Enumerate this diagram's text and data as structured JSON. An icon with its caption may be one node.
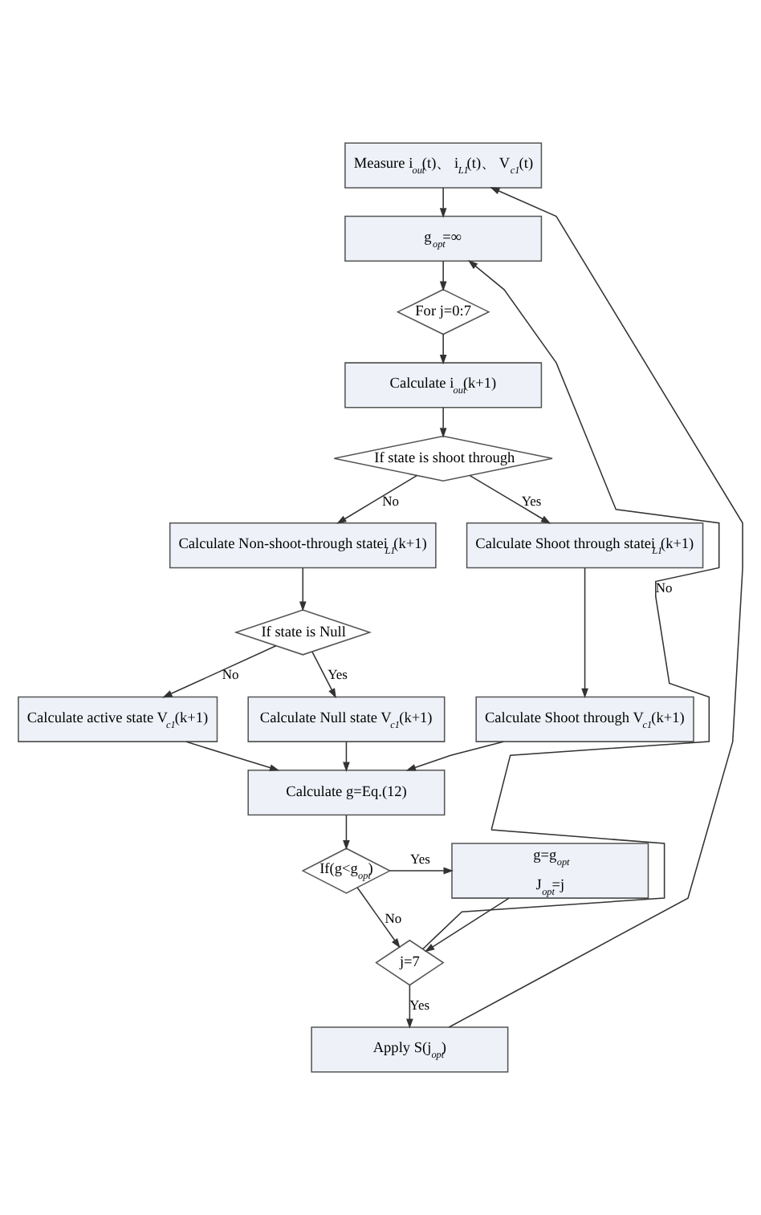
{
  "diagram": {
    "nodes": [
      {
        "text": [
          "Measure i$_{out}$(t)、 i$_{L1}$(t)、 V$_{c1}$(t)"
        ]
      },
      {
        "text": [
          "g$_{opt}$=∞"
        ]
      },
      {
        "text": [
          "For j=0:7"
        ]
      },
      {
        "text": [
          "Calculate i$_{out}$(k+1)"
        ]
      },
      {
        "text": [
          "If state is shoot through"
        ]
      },
      {
        "text": [
          "Calculate Non-shoot-through statei$_{L1}$(k+1)"
        ]
      },
      {
        "text": [
          "Calculate Shoot through statei$_{L1}$(k+1)"
        ]
      },
      {
        "text": [
          "If state is Null"
        ]
      },
      {
        "text": [
          "Calculate active state V$_{c1}$(k+1)"
        ]
      },
      {
        "text": [
          "Calculate Null state V$_{c1}$(k+1)"
        ]
      },
      {
        "text": [
          "Calculate Shoot through V$_{c1}$(k+1)"
        ]
      },
      {
        "text": [
          "Calculate g=Eq.(12)"
        ]
      },
      {
        "text": [
          "If(g<g$_{opt}$)"
        ]
      },
      {
        "text": [
          "g=g$_{opt}$",
          "J$_{opt}$=j"
        ]
      },
      {
        "text": [
          "j=7"
        ]
      },
      {
        "text": [
          "Apply S(j$_{opt}$)"
        ]
      }
    ],
    "edges": [
      {
        "from": 0,
        "to": 1,
        "arrow": "to"
      },
      {
        "from": 1,
        "to": 2,
        "arrow": "to"
      },
      {
        "from": 2,
        "to": 3,
        "arrow": "to"
      },
      {
        "from": 3,
        "to": 4,
        "arrow": "to"
      },
      {
        "from": 4,
        "to": 5,
        "arrow": "to",
        "label": "No"
      },
      {
        "from": 4,
        "to": 6,
        "arrow": "to",
        "label": "Yes"
      },
      {
        "from": 5,
        "to": 7,
        "arrow": "to"
      },
      {
        "from": 7,
        "to": 8,
        "arrow": "to",
        "label": "No"
      },
      {
        "from": 7,
        "to": 9,
        "arrow": "to",
        "label": "Yes"
      },
      {
        "from": 6,
        "to": 10,
        "arrow": "to"
      },
      {
        "from": 8,
        "to": 11,
        "arrow": "to"
      },
      {
        "from": 9,
        "to": 11,
        "arrow": "to"
      },
      {
        "from": 10,
        "to": 11,
        "arrow": "to"
      },
      {
        "from": 11,
        "to": 12,
        "arrow": "to"
      },
      {
        "from": 12,
        "to": 13,
        "arrow": "to",
        "label": "Yes"
      },
      {
        "from": 12,
        "to": 14,
        "arrow": "to",
        "label": "No"
      },
      {
        "from": 13,
        "to": 14,
        "arrow": "to"
      },
      {
        "from": 14,
        "to": 15,
        "arrow": "to",
        "label": "Yes"
      },
      {
        "from": 14,
        "to": 1,
        "arrow": "to",
        "label": "No"
      },
      {
        "from": 15,
        "to": 0,
        "arrow": "to"
      }
    ]
  }
}
